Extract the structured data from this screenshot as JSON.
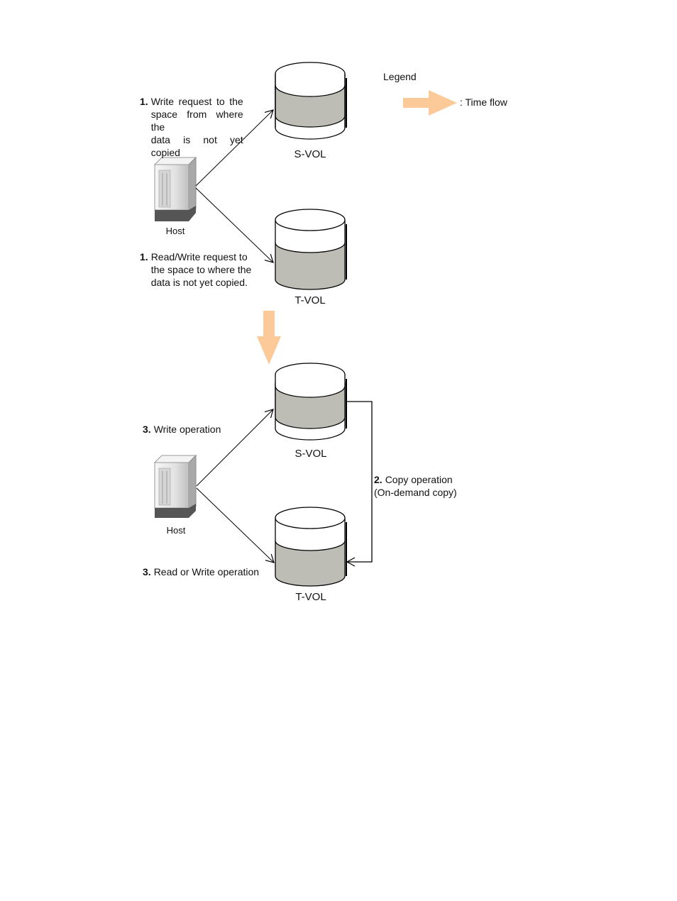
{
  "legend": {
    "title": "Legend",
    "time_flow_label": ": Time flow",
    "arrow_color": "#fcc998"
  },
  "top": {
    "host_label": "Host",
    "svol_label": "S-VOL",
    "tvol_label": "T-VOL",
    "note_write": {
      "number": "1.",
      "lines": [
        "Write request to the",
        "space from where the",
        "data is not yet copied"
      ]
    },
    "note_readwrite": {
      "number": "1.",
      "lines": [
        "Read/Write request to",
        "the space to where the",
        "data is not yet copied."
      ]
    }
  },
  "bottom": {
    "host_label": "Host",
    "svol_label": "S-VOL",
    "tvol_label": "T-VOL",
    "note_write": {
      "number": "3.",
      "text": "Write operation"
    },
    "note_readwrite": {
      "number": "3.",
      "text": "Read or Write operation"
    },
    "note_copy": {
      "number": "2.",
      "lines": [
        "Copy operation",
        "(On-demand copy)"
      ]
    }
  },
  "colors": {
    "volume_fill": "#bdbdb5",
    "host_body": "#ececec",
    "host_base": "#555555"
  }
}
